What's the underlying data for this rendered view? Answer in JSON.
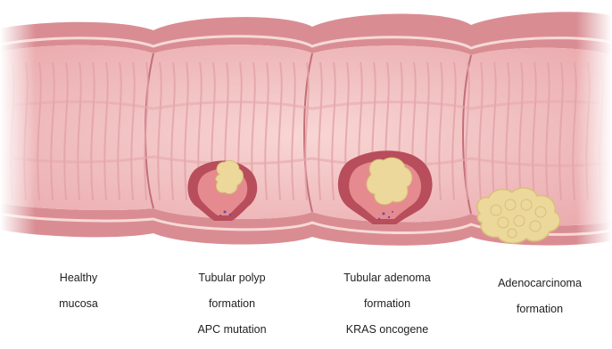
{
  "colors": {
    "outer_wall": "#d98d93",
    "outer_wall_dark": "#c46f78",
    "serosa_line": "#f7d9d6",
    "mucosa": "#efb8b8",
    "mucosa_light": "#f6cfcd",
    "mucosa_fold": "#e3a2a6",
    "lesion_rim": "#b84d5c",
    "lesion_inner": "#e58b8f",
    "tumor": "#ecd89a",
    "tumor_shade": "#d9c079",
    "background": "#ffffff"
  },
  "stages": [
    {
      "id": "healthy",
      "lines": [
        "Healthy",
        "mucosa"
      ],
      "lesion": "none"
    },
    {
      "id": "polyp",
      "lines": [
        "Tubular polyp",
        "formation",
        "APC mutation"
      ],
      "lesion": "small-polyp"
    },
    {
      "id": "adenoma",
      "lines": [
        "Tubular adenoma",
        "formation",
        "KRAS oncogene"
      ],
      "lesion": "large-adenoma"
    },
    {
      "id": "adenocarcinoma",
      "lines": [
        "Adenocarcinoma",
        "formation"
      ],
      "lesion": "carcinoma-mass"
    }
  ]
}
